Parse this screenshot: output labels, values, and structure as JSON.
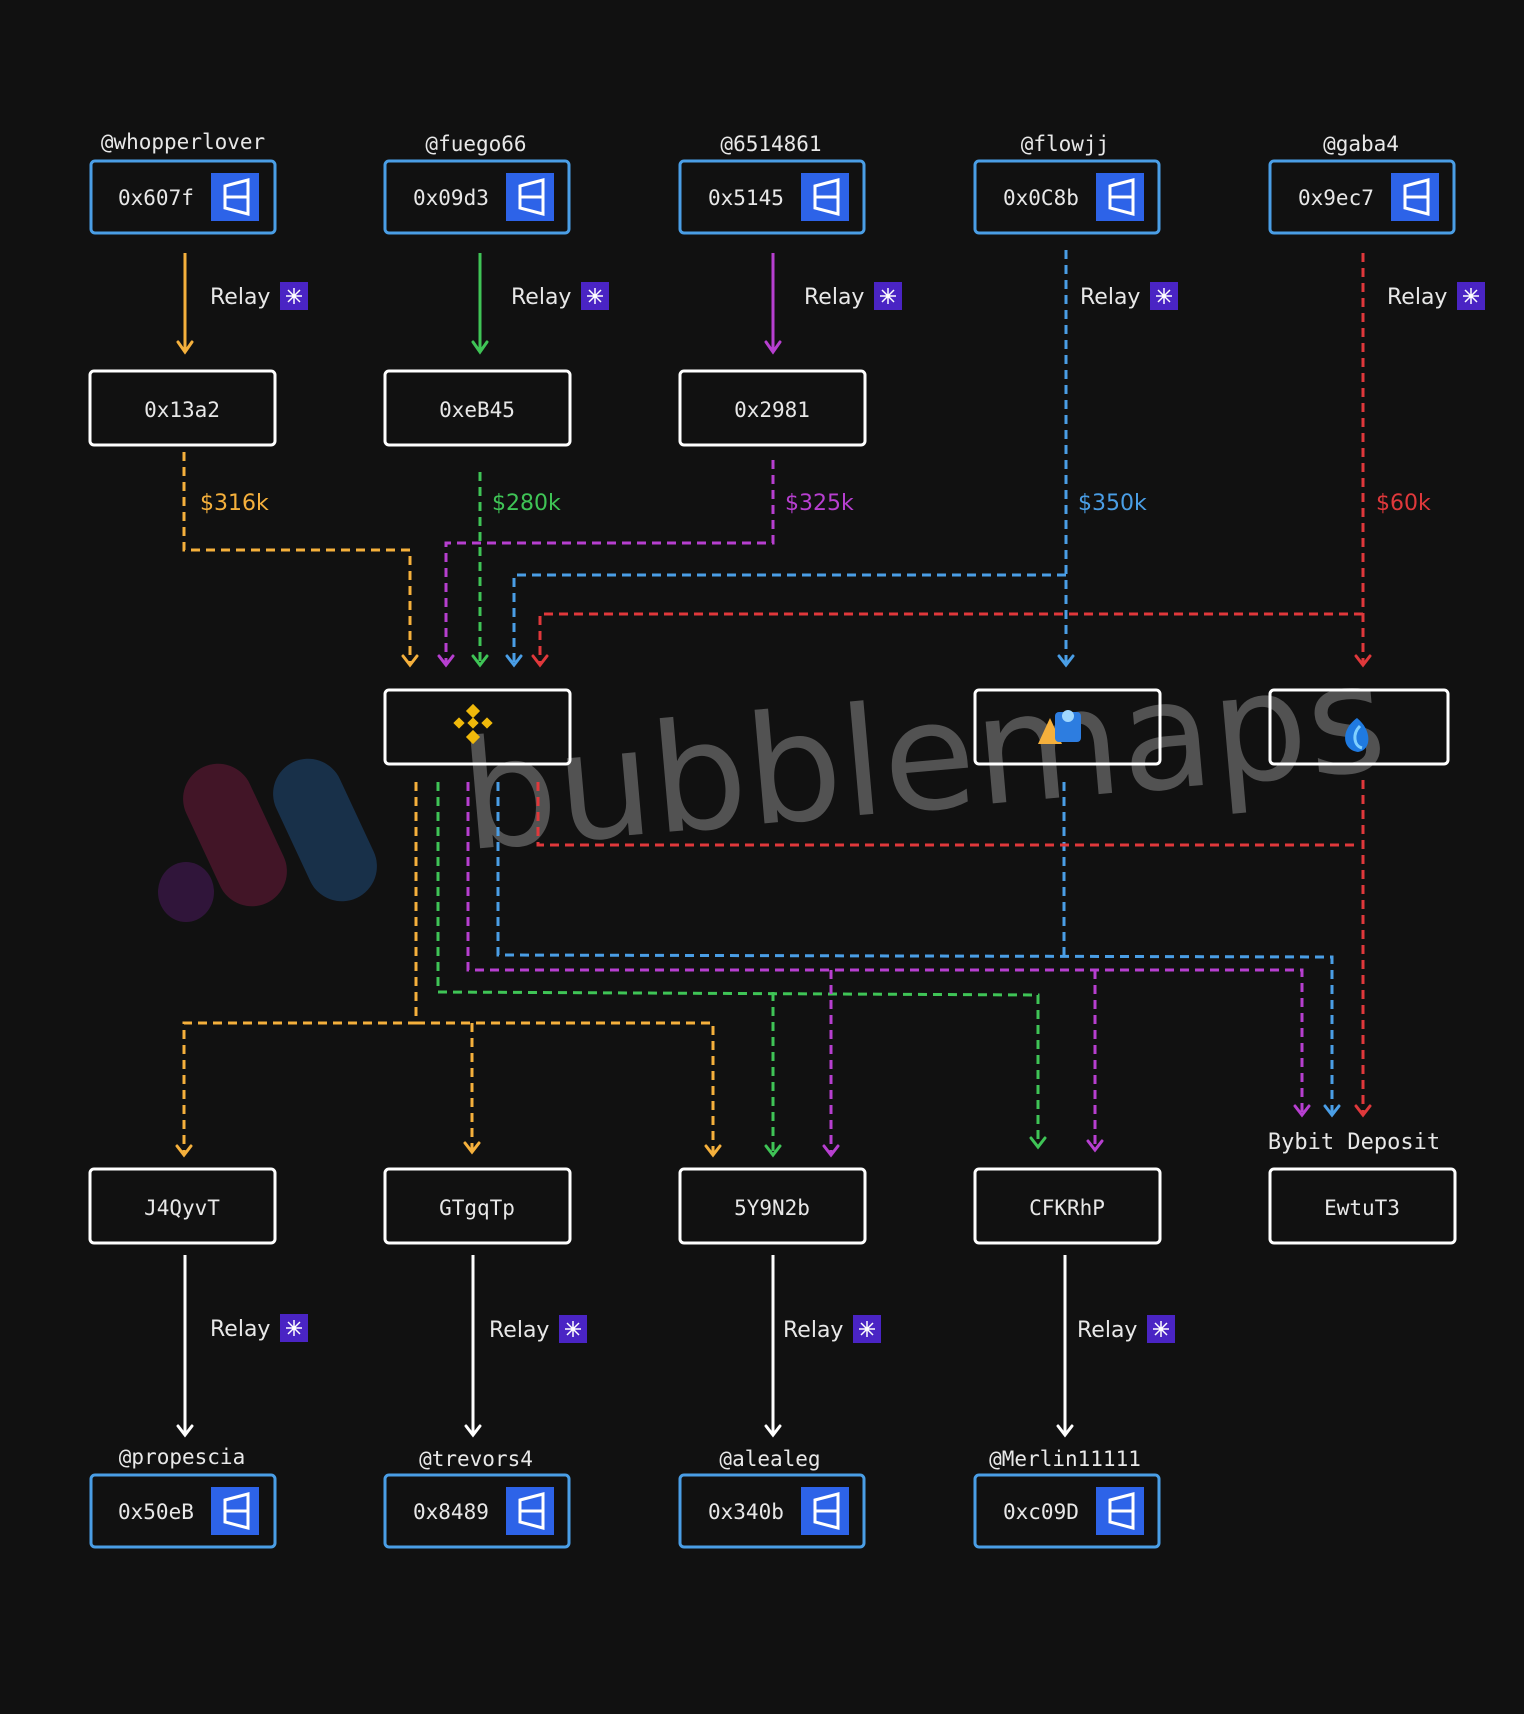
{
  "watermark": "bubblemaps",
  "relay_label": "Relay",
  "top_row": [
    {
      "handle": "@whopperlover",
      "address": "0x607f",
      "relay_color": "#f5b03c",
      "intermediate": "0x13a2",
      "amount": "$316k"
    },
    {
      "handle": "@fuego66",
      "address": "0x09d3",
      "relay_color": "#3fc456",
      "intermediate": "0xeB45",
      "amount": "$280k"
    },
    {
      "handle": "@6514861",
      "address": "0x5145",
      "relay_color": "#b73fd0",
      "intermediate": "0x2981",
      "amount": "$325k"
    },
    {
      "handle": "@flowjj",
      "address": "0x0C8b",
      "relay_color": "#4a9ee6",
      "intermediate": "",
      "amount": "$350k"
    },
    {
      "handle": "@gaba4",
      "address": "0x9ec7",
      "relay_color": "#e0383b",
      "intermediate": "",
      "amount": "$60k"
    }
  ],
  "exchanges": [
    {
      "icon": "binance-icon"
    },
    {
      "icon": "exchange-2-icon"
    },
    {
      "icon": "exchange-3-icon"
    }
  ],
  "bybit_label": "Bybit Deposit",
  "bottom_row": [
    {
      "id": "J4QyvT",
      "handle": "@propescia",
      "address": "0x50eB"
    },
    {
      "id": "GTgqTp",
      "handle": "@trevors4",
      "address": "0x8489"
    },
    {
      "id": "5Y9N2b",
      "handle": "@alealeg",
      "address": "0x340b"
    },
    {
      "id": "CFKRhP",
      "handle": "@Merlin11111",
      "address": "0xc09D"
    },
    {
      "id": "EwtuT3",
      "handle": "",
      "address": ""
    }
  ],
  "colors": {
    "background": "#111111",
    "wallet_border": "#4a9ee6",
    "wallet_icon_bg": "#2d63e8",
    "box_border": "#ffffff",
    "relay_icon_bg": "#4a24c4",
    "orange": "#f5b03c",
    "green": "#3fc456",
    "purple": "#b73fd0",
    "blue": "#4a9ee6",
    "red": "#e0383b"
  }
}
